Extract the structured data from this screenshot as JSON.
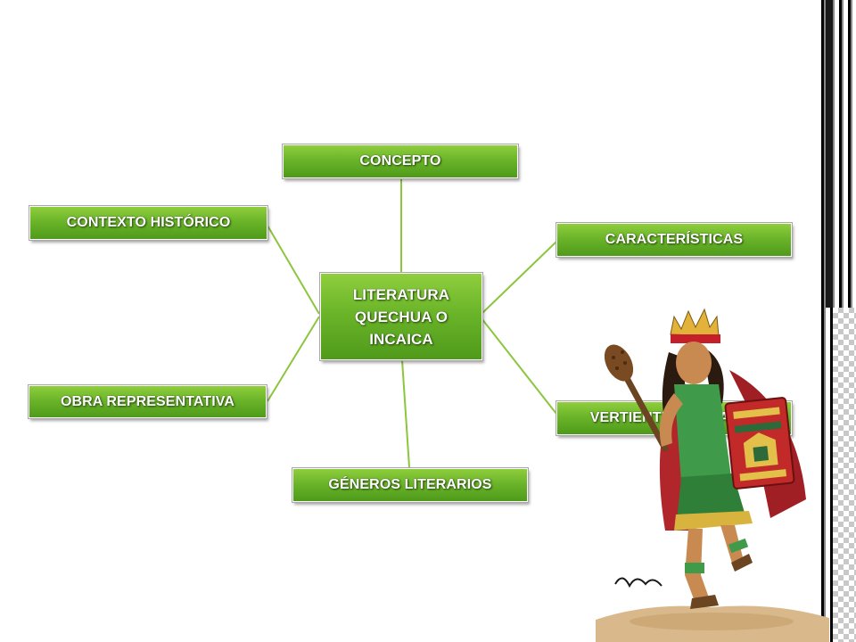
{
  "diagram": {
    "center": {
      "lines": [
        "LITERATURA",
        "QUECHUA O",
        "INCAICA"
      ]
    },
    "nodes": {
      "concepto": "CONCEPTO",
      "contexto": "CONTEXTO HISTÓRICO",
      "caracteristicas": "CARACTERÍSTICAS",
      "obra": "OBRA REPRESENTATIVA",
      "vertientes": "VERTIENTES O CLASES",
      "generos": "GÉNEROS LITERARIOS"
    },
    "colors": {
      "node_top": "#8fce3d",
      "node_bottom": "#4f9a1a",
      "connector": "#8cc63f"
    }
  },
  "illustration": {
    "icon": "inca-warrior-illustration"
  }
}
